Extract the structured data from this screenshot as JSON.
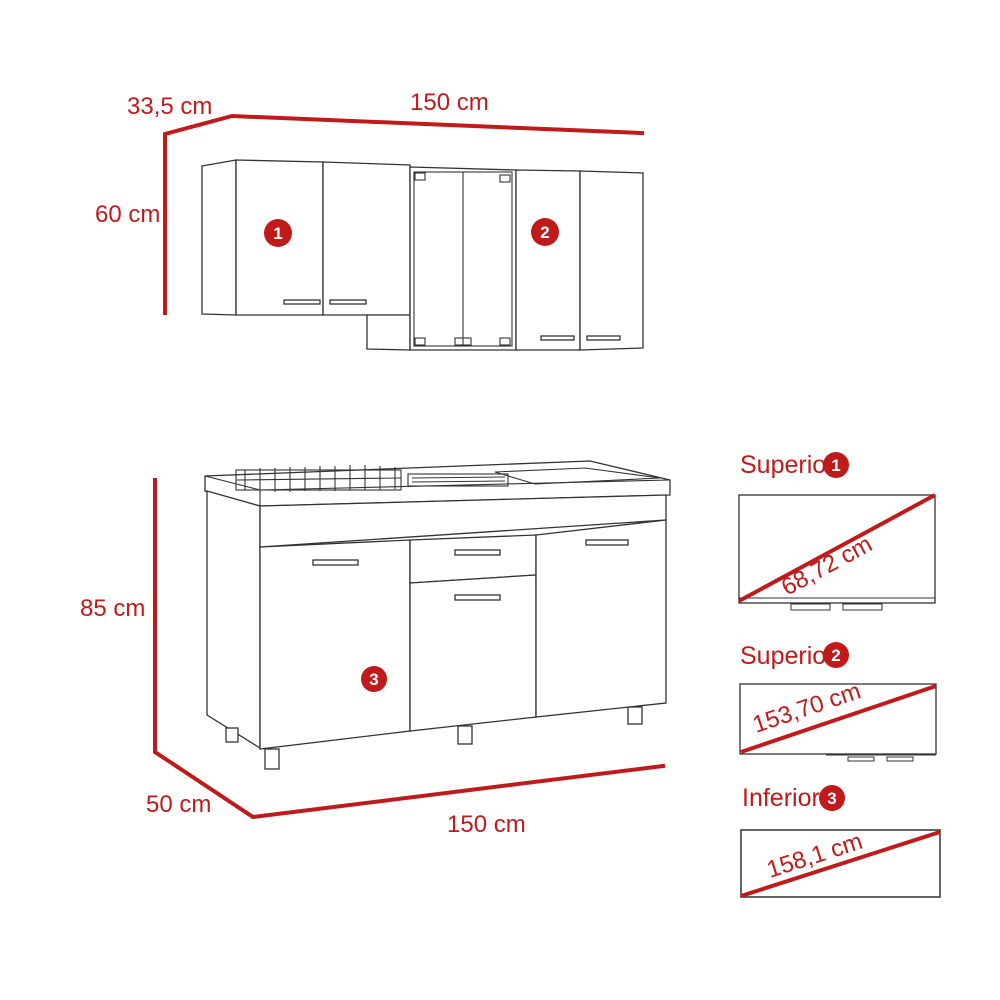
{
  "colors": {
    "accent": "#c01a1a",
    "line": "#333333",
    "background": "#ffffff"
  },
  "upper_unit": {
    "depth_label": "33,5 cm",
    "width_label": "150 cm",
    "height_label": "60 cm",
    "badges": [
      "1",
      "2"
    ]
  },
  "lower_unit": {
    "height_label": "85 cm",
    "depth_label": "50 cm",
    "width_label": "150 cm",
    "badge": "3"
  },
  "diagonals": [
    {
      "title": "Superior",
      "badge": "1",
      "value": "68,72 cm"
    },
    {
      "title": "Superior",
      "badge": "2",
      "value": "153,70 cm"
    },
    {
      "title": "Inferior",
      "badge": "3",
      "value": "158,1 cm"
    }
  ]
}
